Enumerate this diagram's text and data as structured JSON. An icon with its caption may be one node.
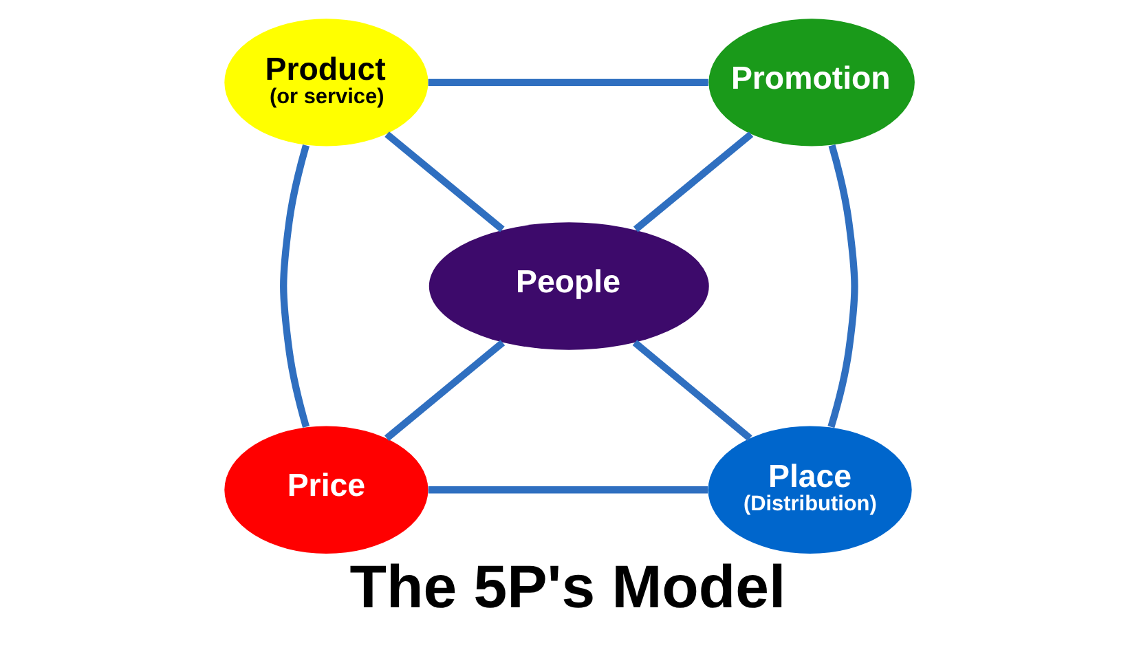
{
  "diagram": {
    "title": "The 5P's Model",
    "nodes": [
      {
        "text": [
          "Product",
          "(or service)"
        ]
      },
      {
        "text": [
          "Promotion"
        ]
      },
      {
        "text": [
          "People"
        ]
      },
      {
        "text": [
          "Price"
        ]
      },
      {
        "text": [
          "Place",
          "(Distribution)"
        ]
      }
    ],
    "edges": [
      {
        "from": 0,
        "to": 1,
        "arrow": "none"
      },
      {
        "from": 0,
        "to": 3,
        "arrow": "none"
      },
      {
        "from": 1,
        "to": 4,
        "arrow": "none"
      },
      {
        "from": 3,
        "to": 4,
        "arrow": "none"
      },
      {
        "from": 0,
        "to": 2,
        "arrow": "none"
      },
      {
        "from": 1,
        "to": 2,
        "arrow": "none"
      },
      {
        "from": 2,
        "to": 3,
        "arrow": "none"
      },
      {
        "from": 2,
        "to": 4,
        "arrow": "none"
      }
    ]
  }
}
